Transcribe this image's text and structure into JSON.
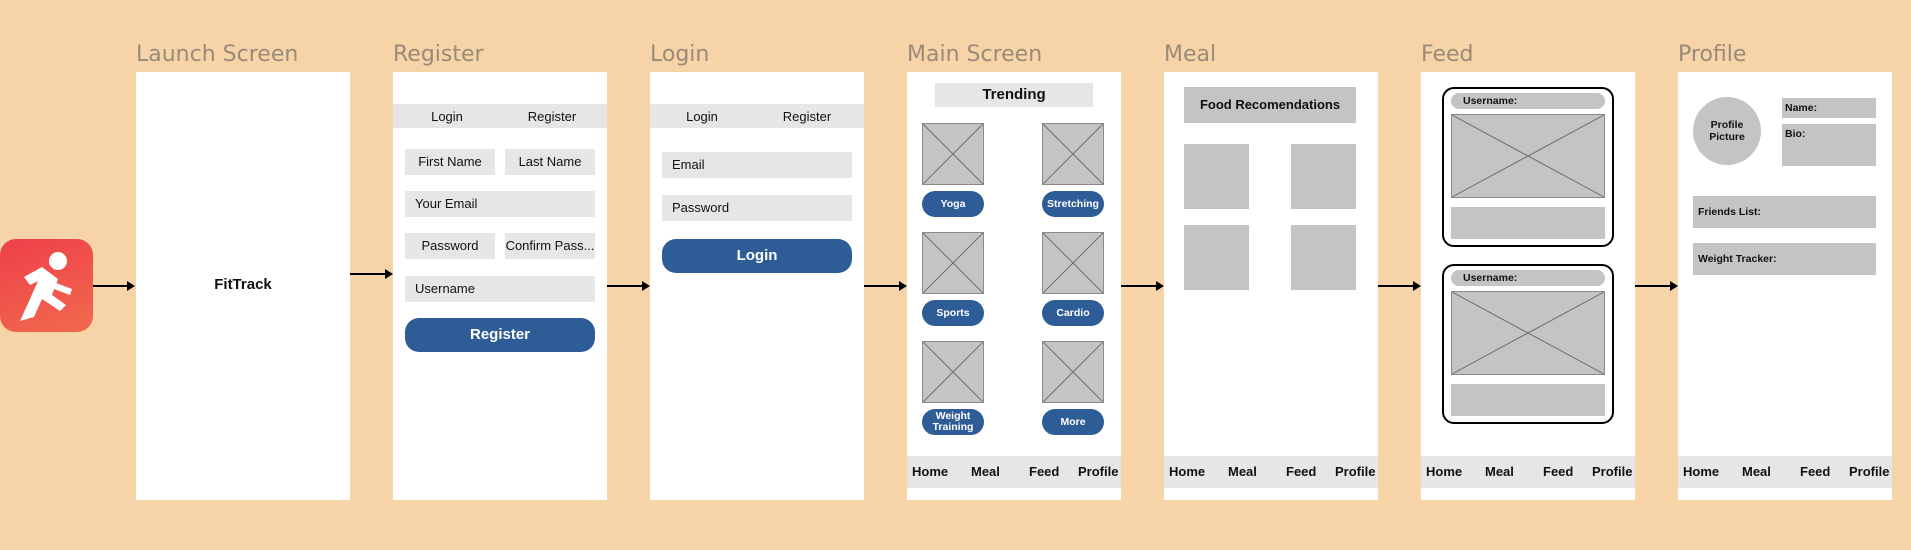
{
  "titles": [
    "Launch Screen",
    "Register",
    "Login",
    "Main Screen",
    "Meal",
    "Feed",
    "Profile"
  ],
  "launch": {
    "app_name": "FitTrack"
  },
  "tabs": {
    "login": "Login",
    "register": "Register"
  },
  "register": {
    "first_name": "First Name",
    "last_name": "Last Name",
    "email": "Your Email",
    "password": "Password",
    "confirm": "Confirm Pass...",
    "username": "Username",
    "button": "Register"
  },
  "login": {
    "email": "Email",
    "password": "Password",
    "button": "Login"
  },
  "main": {
    "header": "Trending",
    "categories": [
      "Yoga",
      "Stretching",
      "Sports",
      "Cardio",
      "Weight Training",
      "More"
    ]
  },
  "meal": {
    "header": "Food Recomendations"
  },
  "feed": {
    "username_label": "Username:"
  },
  "profile": {
    "picture": "Profile Picture",
    "name": "Name:",
    "bio": "Bio:",
    "friends": "Friends List:",
    "weight": "Weight Tracker:"
  },
  "nav": [
    "Home",
    "Meal",
    "Feed",
    "Profile"
  ],
  "colors": {
    "background": "#f7d4a8",
    "button": "#2e5c96",
    "placeholder": "#c4c4c4",
    "bar": "#e6e6e6",
    "app_icon": "#ec4d4d"
  }
}
